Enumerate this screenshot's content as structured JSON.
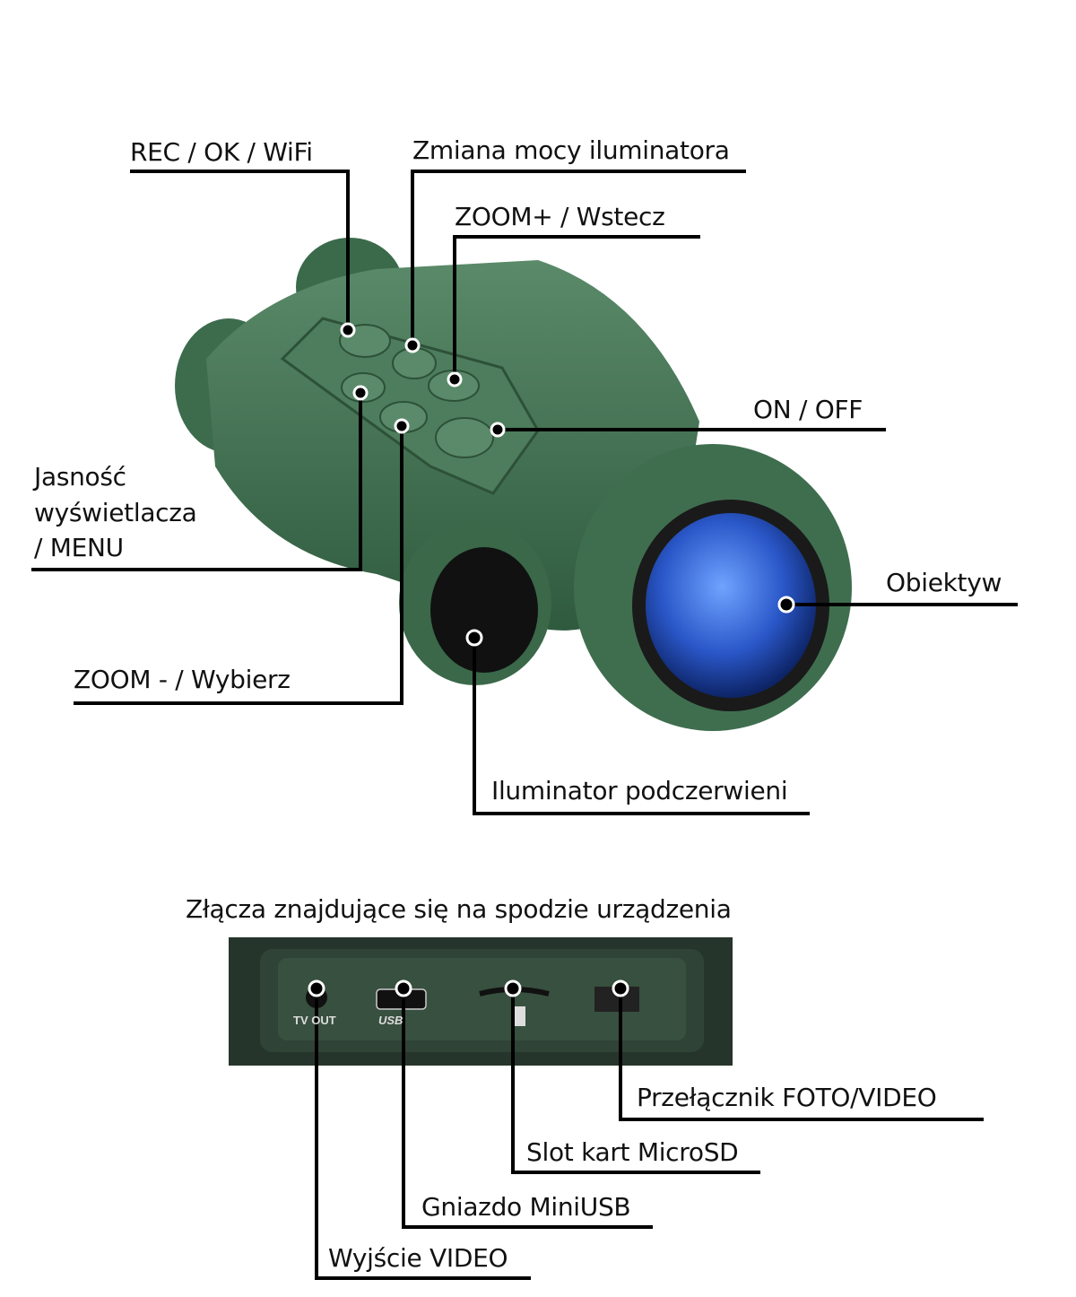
{
  "labels": {
    "rec_ok_wifi": "REC / OK / WiFi",
    "ir_power": "Zmiana mocy iluminatora",
    "zoom_plus": "ZOOM+  / Wstecz",
    "on_off": "ON / OFF",
    "brightness_1": "Jasność",
    "brightness_2": "wyświetlacza",
    "brightness_3": "/ MENU",
    "zoom_minus": "ZOOM - / Wybierz",
    "lens": "Obiektyw",
    "ir_illuminator": "Iluminator podczerwieni"
  },
  "bottom": {
    "title": "Złącza znajdujące się na spodzie urządzenia",
    "photo_text": {
      "tv_out": "TV OUT",
      "usb": "USB"
    },
    "switch": "Przełącznik FOTO/VIDEO",
    "microsd": "Slot kart MicroSD",
    "miniusb": "Gniazdo MiniUSB",
    "video_out": "Wyjście VIDEO"
  },
  "colors": {
    "device_green": "#3f6e4f",
    "lens_blue": "#2a57c8",
    "line": "#000000"
  }
}
